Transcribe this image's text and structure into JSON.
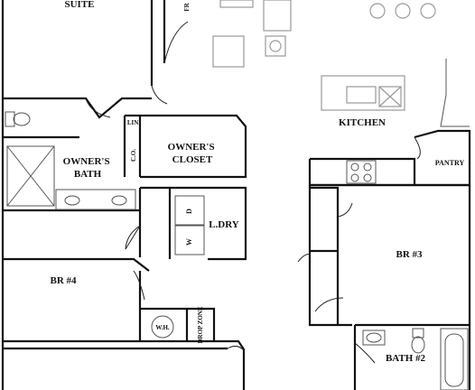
{
  "rooms": {
    "suite": "SUITE",
    "owners_bath": [
      "OWNER'S",
      "BATH"
    ],
    "owners_closet": [
      "OWNER'S",
      "CLOSET"
    ],
    "linen": "LIN.",
    "co": "C.O.",
    "laundry": "L.DRY",
    "dryer": "D",
    "washer": "W",
    "kitchen": "KITCHEN",
    "pantry": "PANTRY",
    "br3": "BR #3",
    "br4": "BR #4",
    "water_heater": "W.H.",
    "drop_zone": "DROP ZONE",
    "bath2": "BATH #2",
    "fridge": "FR"
  },
  "colors": {
    "wall": "#111111",
    "fixture": "#555555",
    "furniture": "#9a9a9a"
  }
}
